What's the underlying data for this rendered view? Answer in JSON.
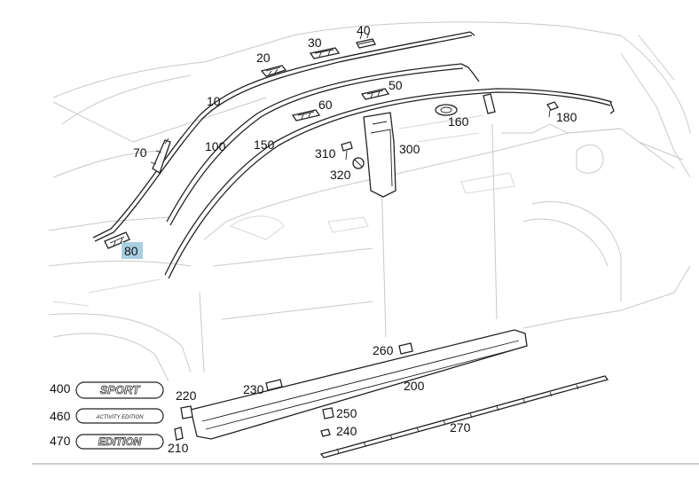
{
  "highlight_color": "#a9cfe3",
  "callouts": {
    "c10": "10",
    "c20": "20",
    "c30": "30",
    "c40": "40",
    "c50": "50",
    "c60": "60",
    "c70": "70",
    "c80": "80",
    "c100": "100",
    "c150": "150",
    "c160": "160",
    "c180": "180",
    "c200": "200",
    "c210": "210",
    "c220": "220",
    "c230": "230",
    "c240": "240",
    "c250": "250",
    "c260": "260",
    "c270": "270",
    "c300": "300",
    "c310": "310",
    "c320": "320",
    "c400": "400",
    "c460": "460",
    "c470": "470"
  },
  "badges": {
    "sport": "SPORT",
    "activity": "ACTIVITY EDITION",
    "edition": "EDITION"
  }
}
